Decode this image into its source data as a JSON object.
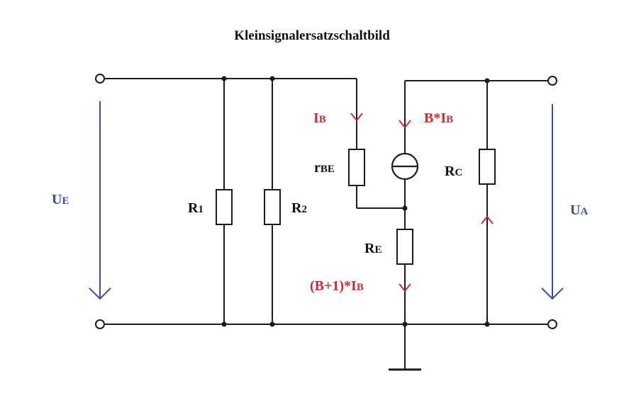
{
  "title": "Kleinsignalersatzschaltbild",
  "colors": {
    "wire": "#1a1a1a",
    "current": "#cc2a33",
    "voltage": "#3b4aa8"
  },
  "voltages": {
    "input": {
      "main": "U",
      "sub": "E"
    },
    "output": {
      "main": "U",
      "sub": "A"
    }
  },
  "components": {
    "r1": {
      "main": "R",
      "sub": "1"
    },
    "r2": {
      "main": "R",
      "sub": "2"
    },
    "rbe": {
      "main": "r",
      "sub": "BE"
    },
    "rc": {
      "main": "R",
      "sub": "C"
    },
    "re": {
      "main": "R",
      "sub": "E"
    }
  },
  "currents": {
    "ib": {
      "main": "I",
      "sub": "B"
    },
    "bib": {
      "main": "B*I",
      "sub": "B"
    },
    "b1ib": {
      "main": "(B+1)*I",
      "sub": "B"
    }
  }
}
